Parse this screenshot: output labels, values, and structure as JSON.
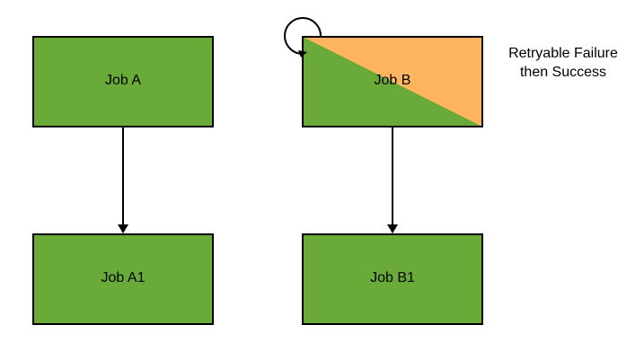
{
  "colors": {
    "success": "#6aaa38",
    "retryable_failure": "#fdb55f",
    "border": "#000000",
    "text": "#000000",
    "arrow": "#000000"
  },
  "nodes": {
    "job_a": {
      "label": "Job A",
      "status": "success"
    },
    "job_a1": {
      "label": "Job A1",
      "status": "success"
    },
    "job_b": {
      "label": "Job B",
      "status": "retryable-failure-then-success",
      "self_loop": true
    },
    "job_b1": {
      "label": "Job B1",
      "status": "success"
    }
  },
  "edges": [
    {
      "from": "Job A",
      "to": "Job A1"
    },
    {
      "from": "Job B",
      "to": "Job B1"
    },
    {
      "from": "Job B",
      "to": "Job B"
    }
  ],
  "annotation": {
    "line1": "Retryable Failure",
    "line2": "then Success"
  }
}
